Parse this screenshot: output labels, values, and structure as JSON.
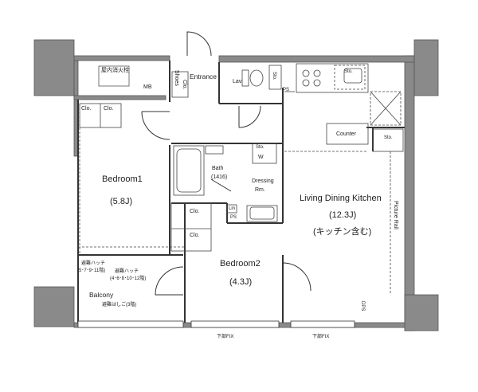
{
  "rooms": {
    "bedroom1": {
      "name": "Bedroom1",
      "size": "(5.8J)"
    },
    "bedroom2": {
      "name": "Bedroom2",
      "size": "(4.3J)"
    },
    "ldk": {
      "name": "Living Dining Kitchen",
      "size": "(12.3J)",
      "note": "(キッチン含む)"
    },
    "entrance": "Entrance",
    "lav": "Lav.",
    "bath": {
      "name": "Bath",
      "size": "(1416)"
    },
    "dressing": {
      "line1": "Dressing",
      "line2": "Rm."
    },
    "balcony": "Balcony"
  },
  "storage": {
    "clo": "Clo.",
    "sto": "Sto.",
    "shoes": "Shoes",
    "w": "W",
    "lin": "Lin",
    "ps": "PS",
    "dps": "DPS",
    "mb": "MB"
  },
  "fixtures": {
    "counter": "Counter",
    "picture_rail": "Picture Rail",
    "hydrant": "屋内消火栓",
    "hatch_a": "避難ハッチ",
    "hatch_a_floors": "(5･7･9･11階)",
    "hatch_b": "避難ハッチ",
    "hatch_b_floors": "(4･6･8･10･12階)",
    "ladder": "避難はしご(3階)"
  },
  "windows": {
    "fix_left": "下部FIX",
    "fix_right": "下部FIX"
  },
  "colors": {
    "wall": "#8a8a8a",
    "wall_dark": "#6e6e6e",
    "line": "#333333",
    "background": "#ffffff"
  }
}
